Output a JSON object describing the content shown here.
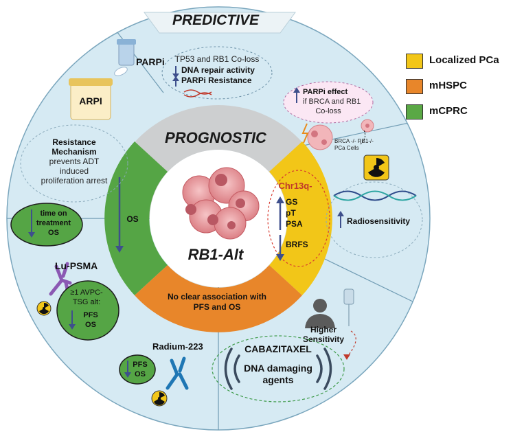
{
  "titles": {
    "predictive": "PREDICTIVE",
    "prognostic": "PROGNOSTIC",
    "center": "RB1-Alt"
  },
  "legend": [
    {
      "label": "Localized PCa",
      "color": "#f2c618"
    },
    {
      "label": "mHSPC",
      "color": "#e8862a"
    },
    {
      "label": "mCPRC",
      "color": "#5aa845"
    }
  ],
  "parpi": {
    "label": "PARPi",
    "coloss": "TP53 and RB1 Co-loss",
    "repair": "DNA repair activity",
    "resistance": "PARPi Resistance"
  },
  "parpi_effect": {
    "line1": "PARPi effect",
    "line2": "if BRCA and RB1",
    "line3": "Co-loss",
    "cells1": "BRCA -/- RB1-/-",
    "cells2": "PCa Cells"
  },
  "arpi": {
    "label": "ARPI",
    "line1": "Resistance",
    "line2": "Mechanism",
    "line3": "prevents ADT",
    "line4": "induced",
    "line5": "proliferation arrest",
    "time1": "time on",
    "time2": "treatment",
    "time3": "OS"
  },
  "radio": {
    "label": "Radiosensitivity"
  },
  "lu": {
    "label": "Lu-PSMA",
    "l1": "≥1 AVPC-",
    "l2": "TSG alt:",
    "l3": "PFS",
    "l4": "OS"
  },
  "radium": {
    "label": "Radium-223",
    "pfs": "PFS",
    "os": "OS"
  },
  "caba": {
    "label": "CABAZITAXEL",
    "dna1": "DNA damaging",
    "dna2": "agents",
    "higher1": "Higher",
    "higher2": "Sensitivity"
  },
  "ring": {
    "green": "OS",
    "yellow": {
      "chr": "Chr13q-",
      "gs": "GS",
      "pt": "pT",
      "psa": "PSA",
      "brfs": "BRFS"
    },
    "orange1": "No clear association with",
    "orange2": "PFS and OS"
  }
}
